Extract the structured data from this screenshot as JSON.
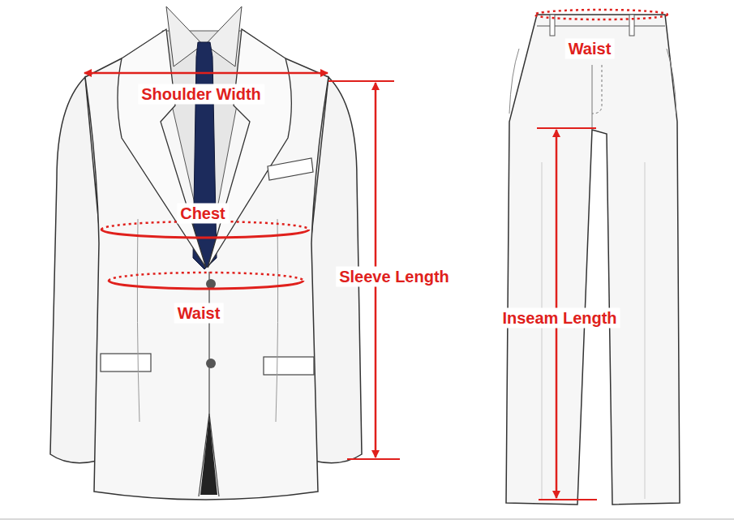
{
  "diagram": {
    "labels": [
      "Shoulder Width",
      "Chest",
      "Waist",
      "Sleeve Length",
      "Waist",
      "Inseam Length"
    ]
  }
}
